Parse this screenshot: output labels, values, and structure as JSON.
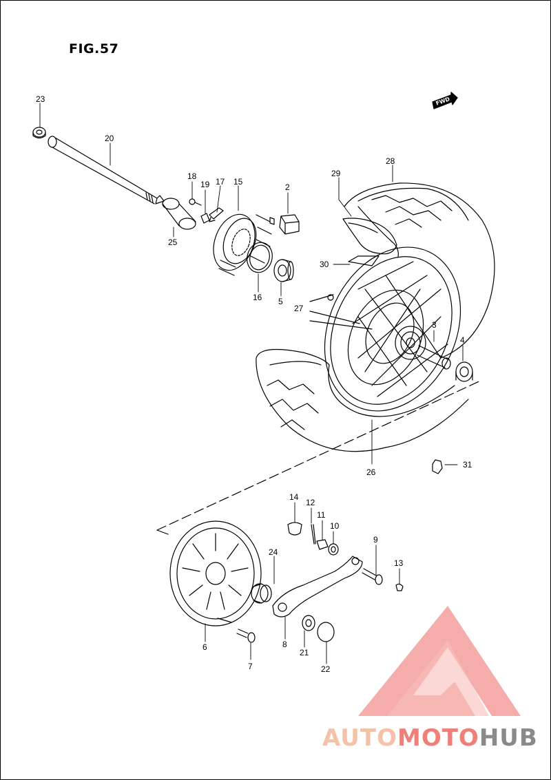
{
  "figure": {
    "title": "FIG.57",
    "fwd_label": "FWD"
  },
  "part_labels": {
    "p2": "2",
    "p3": "3",
    "p4": "4",
    "p5": "5",
    "p6": "6",
    "p7": "7",
    "p8": "8",
    "p9": "9",
    "p10": "10",
    "p11": "11",
    "p12": "12",
    "p13": "13",
    "p14": "14",
    "p15": "15",
    "p16": "16",
    "p17": "17",
    "p18": "18",
    "p19": "19",
    "p20": "20",
    "p21": "21",
    "p22": "22",
    "p23": "23",
    "p24": "24",
    "p25": "25",
    "p26": "26",
    "p27": "27",
    "p28": "28",
    "p29": "29",
    "p30": "30",
    "p31": "31"
  },
  "watermark": {
    "part1": "AUTO",
    "part2": "MOTO",
    "part3": "HUB"
  },
  "colors": {
    "line": "#000000",
    "logo_red": "#ee7f79",
    "logo_peach": "#f4c2a8",
    "logo_gray": "#8a8a8a"
  }
}
